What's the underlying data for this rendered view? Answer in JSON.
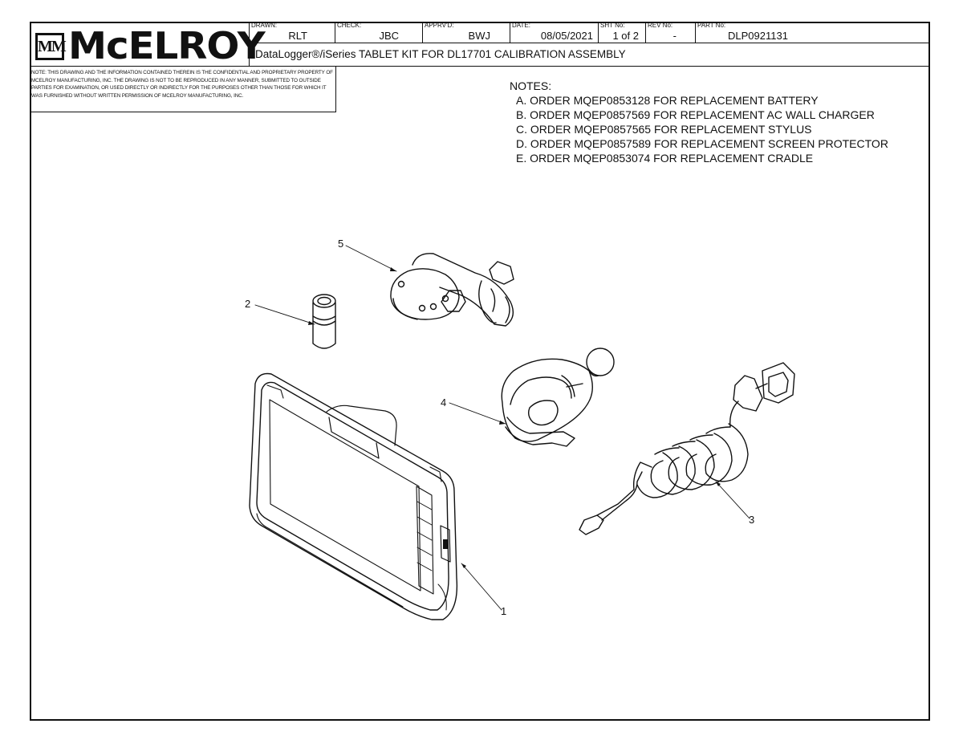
{
  "title_block": {
    "logo_text": "McELROY",
    "logo_mark": "MM",
    "fields": [
      {
        "label": "DRAWN:",
        "value": "RLT"
      },
      {
        "label": "CHECK:",
        "value": "JBC"
      },
      {
        "label": "APPRV'D:",
        "value": "BWJ"
      },
      {
        "label": "DATE:",
        "value": "08/05/2021"
      },
      {
        "label": "SHT No:",
        "value": "1 of 2"
      },
      {
        "label": "REV No:",
        "value": "-"
      },
      {
        "label": "PART No:",
        "value": "DLP0921131"
      }
    ],
    "title": "DataLogger®/iSeries TABLET KIT FOR DL17701 CALIBRATION ASSEMBLY"
  },
  "confidentiality": "NOTE: THIS DRAWING AND THE INFORMATION CONTAINED THEREIN IS THE CONFIDENTIAL AND PROPRIETARY PROPERTY OF McElroy Manufacturing, Inc. THE DRAWING IS NOT TO BE REPRODUCED IN ANY MANNER, SUBMITTED TO OUTSIDE PARTIES FOR EXAMINATION, OR USED DIRECTLY OR INDIRECTLY FOR THE PURPOSES OTHER THAN THOSE FOR WHICH IT WAS FURNISHED WITHOUT WRITTEN PERMISSION OF McElroy Manufacturing, Inc.",
  "notes": {
    "heading": "NOTES:",
    "items": [
      "A. ORDER MQEP0853128 FOR REPLACEMENT BATTERY",
      "B. ORDER MQEP0857569 FOR REPLACEMENT AC WALL CHARGER",
      "C. ORDER MQEP0857565 FOR REPLACEMENT STYLUS",
      "D. ORDER MQEP0857589 FOR REPLACEMENT SCREEN PROTECTOR",
      "E. ORDER MQEP0853074 FOR REPLACEMENT CRADLE"
    ]
  },
  "callouts": [
    "1",
    "2",
    "3",
    "4",
    "5"
  ]
}
